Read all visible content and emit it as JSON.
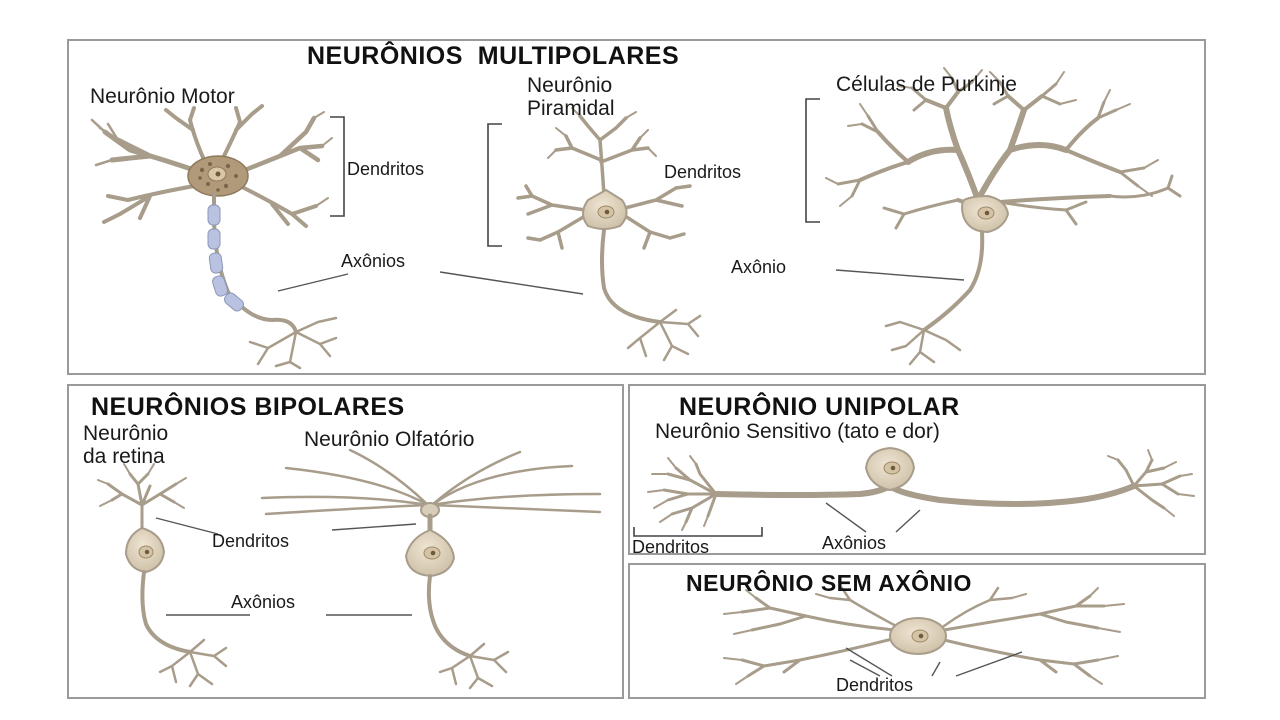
{
  "multipolar": {
    "title": "NEURÔNIOS  MULTIPOLARES",
    "motor_label": "Neurônio Motor",
    "pyramidal_label_1": "Neurônio",
    "pyramidal_label_2": "Piramidal",
    "purkinje_label": "Células de Purkinje",
    "dendrites_label_1": "Dendritos",
    "dendrites_label_2": "Dendritos",
    "axons_label": "Axônios",
    "axon_label": "Axônio"
  },
  "bipolar": {
    "title": "NEURÔNIOS BIPOLARES",
    "retina_label_1": "Neurônio",
    "retina_label_2": "da retina",
    "olfactory_label": "Neurônio Olfatório",
    "dendrites_label": "Dendritos",
    "axons_label": "Axônios"
  },
  "unipolar": {
    "title": "NEURÔNIO UNIPOLAR",
    "subtitle": "Neurônio Sensitivo (tato e dor)",
    "dendrites_label": "Dendritos",
    "axons_label": "Axônios"
  },
  "anaxonic": {
    "title": "NEURÔNIO SEM AXÔNIO",
    "dendrites_label": "Dendritos"
  },
  "colors": {
    "neuron_fill": "#d8cdb9",
    "neuron_stroke": "#a89c8a",
    "soma_fill": "#e6d9c3",
    "nucleus": "#c9b594",
    "myelin": "#b9c2e0",
    "panel_border": "#9a9a9a"
  }
}
